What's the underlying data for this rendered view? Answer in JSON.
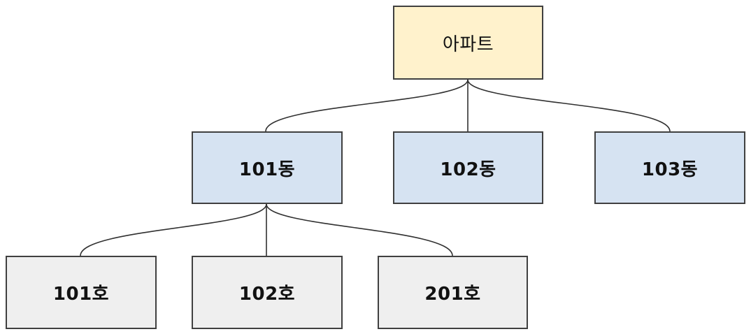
{
  "diagram": {
    "root": {
      "label": "아파트"
    },
    "buildings": [
      {
        "label": "101동"
      },
      {
        "label": "102동"
      },
      {
        "label": "103동"
      }
    ],
    "units": [
      {
        "label": "101호"
      },
      {
        "label": "102호"
      },
      {
        "label": "201호"
      }
    ],
    "colors": {
      "root_fill": "#fff2cc",
      "building_fill": "#d6e3f2",
      "unit_fill": "#efefef",
      "border": "#404040",
      "connector": "#303030"
    }
  }
}
